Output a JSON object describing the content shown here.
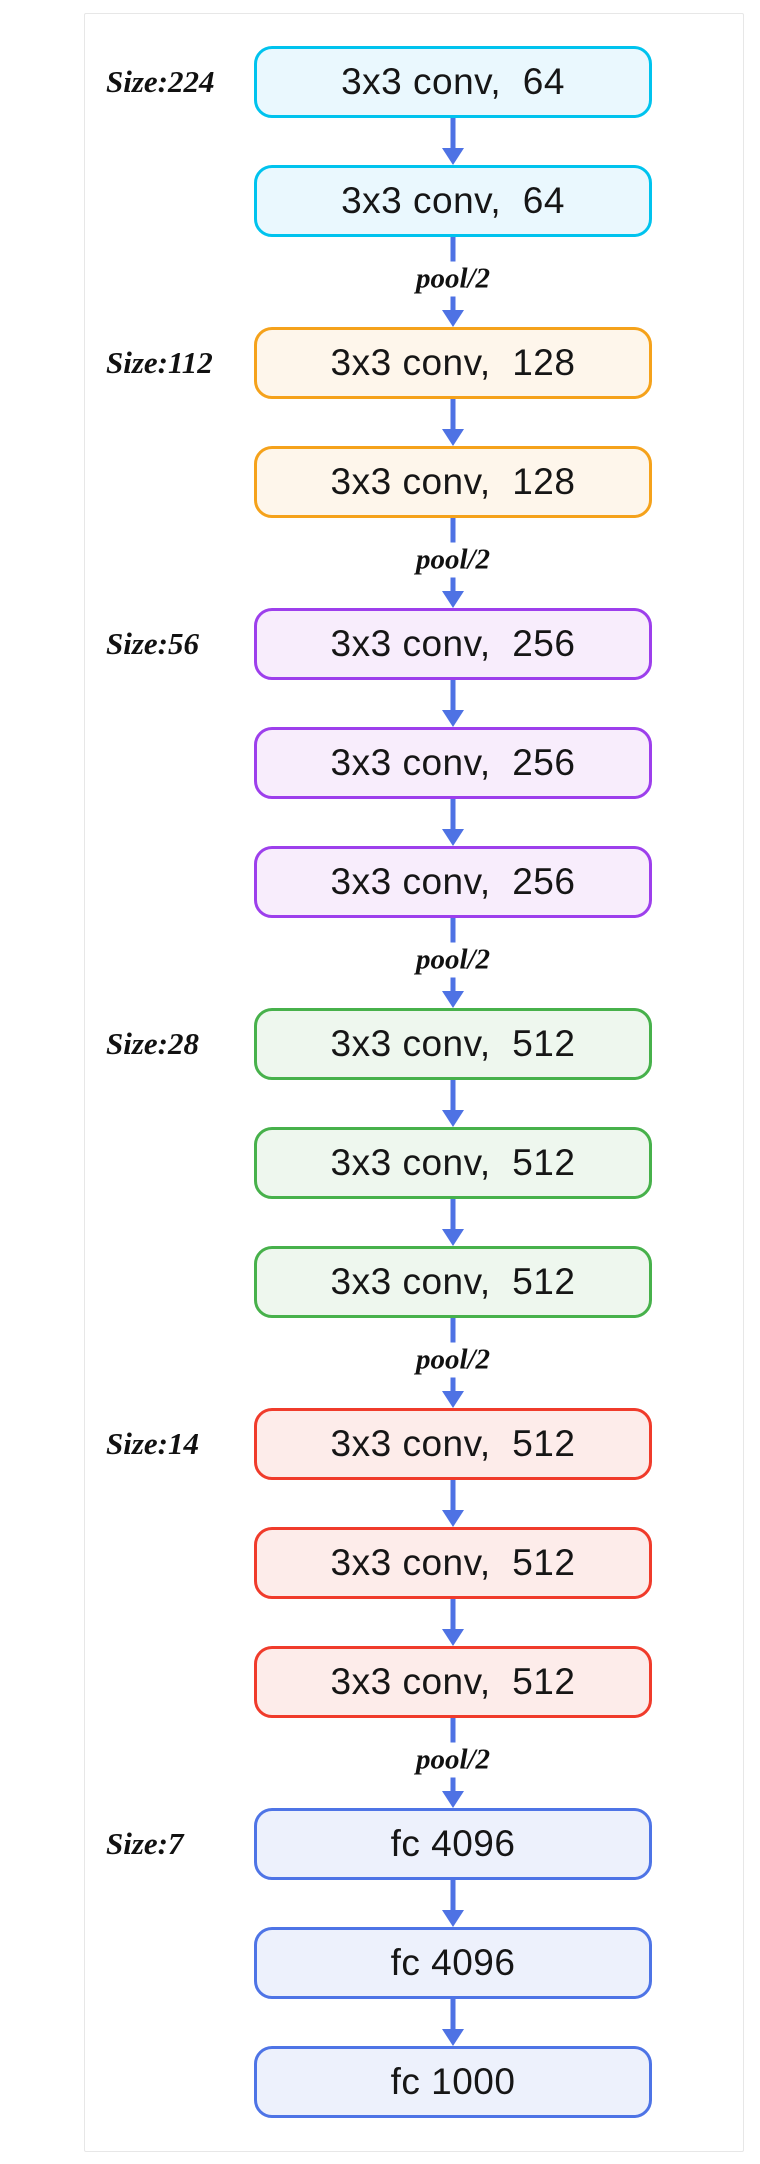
{
  "diagram": {
    "type_label": "vgg16-architecture-flow",
    "pool_label_text": "pool/2",
    "arrow_color": "#4e72e4",
    "frame_border_color": "#e7e7e7",
    "text_color": "#161616",
    "label_color": "#111111"
  },
  "groups": [
    {
      "size_label": "Size:224",
      "border_color": "#00c3ee",
      "fill_color": "#eaf8fe",
      "boxes": [
        "3x3 conv,  64",
        "3x3 conv,  64"
      ],
      "pool_after": "pool/2"
    },
    {
      "size_label": "Size:112",
      "border_color": "#f5a21b",
      "fill_color": "#fef6eb",
      "boxes": [
        "3x3 conv,  128",
        "3x3 conv,  128"
      ],
      "pool_after": "pool/2"
    },
    {
      "size_label": "Size:56",
      "border_color": "#9d3fec",
      "fill_color": "#f8edfc",
      "boxes": [
        "3x3 conv,  256",
        "3x3 conv,  256",
        "3x3 conv,  256"
      ],
      "pool_after": "pool/2"
    },
    {
      "size_label": "Size:28",
      "border_color": "#47b14b",
      "fill_color": "#eef7ee",
      "boxes": [
        "3x3 conv,  512",
        "3x3 conv,  512",
        "3x3 conv,  512"
      ],
      "pool_after": "pool/2"
    },
    {
      "size_label": "Size:14",
      "border_color": "#f03b2b",
      "fill_color": "#fdecea",
      "boxes": [
        "3x3 conv,  512",
        "3x3 conv,  512",
        "3x3 conv,  512"
      ],
      "pool_after": "pool/2"
    },
    {
      "size_label": "Size:7",
      "border_color": "#4e74e6",
      "fill_color": "#edf1fc",
      "boxes": [
        "fc 4096",
        "fc 4096",
        "fc 1000"
      ],
      "pool_after": null
    }
  ]
}
